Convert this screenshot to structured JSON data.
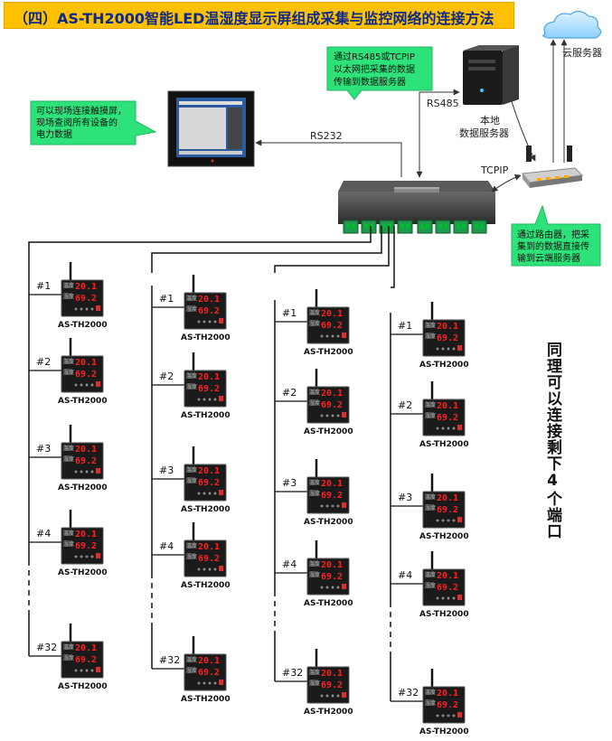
{
  "title": "（四）AS-TH2000智能LED温湿度显示屏组成采集与监控网络的连接方法",
  "callouts": {
    "touchscreen": [
      "可以现场连接触摸屏，",
      "现场查阅所有设备的",
      "电力数据"
    ],
    "ethernet": [
      "通过RS485或TCPIP",
      "以太网把采集的数据",
      "传输到数据服务器"
    ],
    "router": [
      "通过路由器，把采",
      "集到的数据直接传",
      "输到云端服务器"
    ]
  },
  "links": {
    "rs232": "RS232",
    "rs485": "RS485",
    "tcpip": "TCPIP"
  },
  "nodes": {
    "cloud_label": "云服务器",
    "server_label": [
      "本地",
      "数据服务器"
    ],
    "device_model": "AS-TH2000",
    "display_temp": "20.1",
    "display_humi": "69.2",
    "display_tag1": "温度",
    "display_tag2": "湿度"
  },
  "columns": [
    [
      "#1",
      "#2",
      "#3",
      "#4",
      "#32"
    ],
    [
      "#1",
      "#2",
      "#3",
      "#4",
      "#32"
    ],
    [
      "#1",
      "#2",
      "#3",
      "#4",
      "#32"
    ],
    [
      "#1",
      "#2",
      "#3",
      "#4",
      "#32"
    ]
  ],
  "side_note": "同理可以连接剩下4个端口",
  "colors": {
    "title_bg": "#ffc000",
    "title_text": "#0b2a8a",
    "callout_green": "#2ee27a",
    "led_red": "#ff2020",
    "device_dark": "#1a1a1a"
  }
}
